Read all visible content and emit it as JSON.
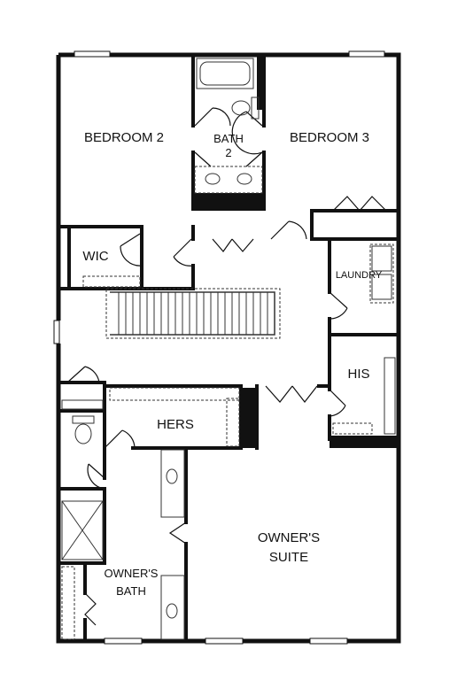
{
  "rooms": {
    "bedroom2": "BEDROOM 2",
    "bath2_line1": "BATH",
    "bath2_line2": "2",
    "bedroom3": "BEDROOM 3",
    "wic": "WIC",
    "laundry": "LAUNDRY",
    "his": "HIS",
    "hers": "HERS",
    "owners_suite_line1": "OWNER'S",
    "owners_suite_line2": "SUITE",
    "owners_bath_line1": "OWNER'S",
    "owners_bath_line2": "BATH"
  },
  "colors": {
    "wall": "#111111",
    "fixture": "#333333",
    "background": "#ffffff"
  }
}
